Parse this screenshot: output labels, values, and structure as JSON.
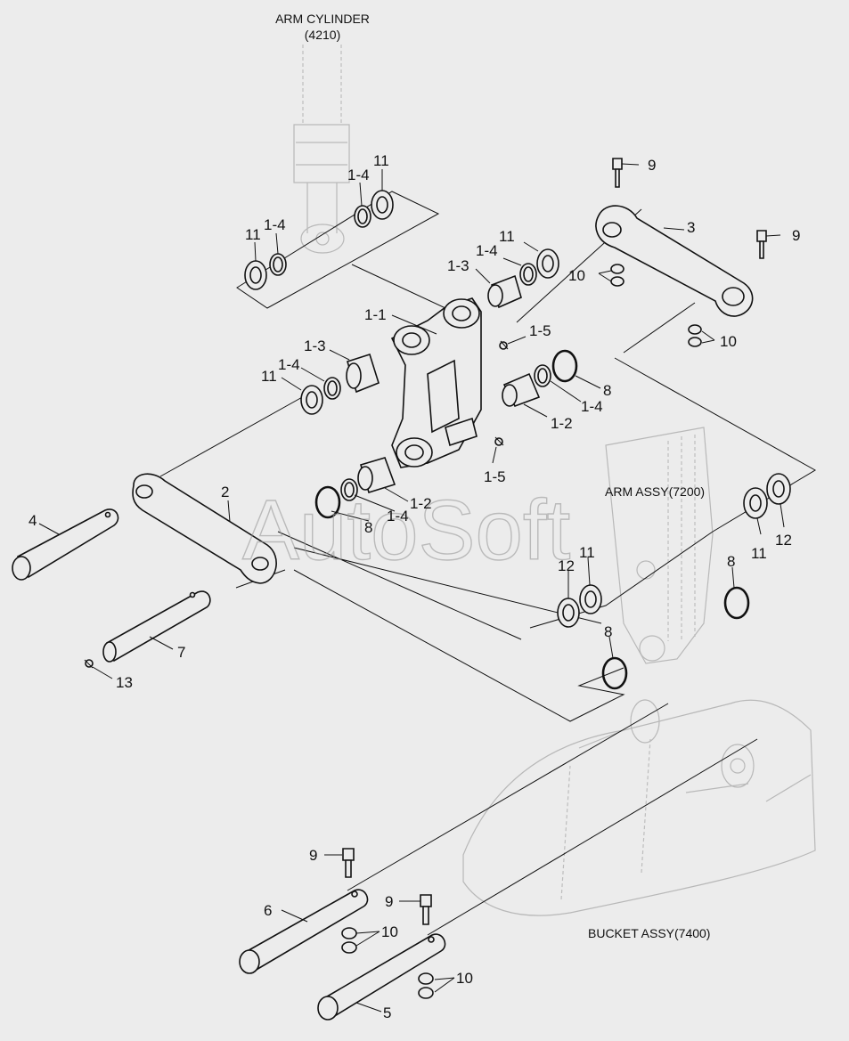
{
  "titles": {
    "arm_cylinder": "ARM CYLINDER",
    "arm_cylinder_code": "(4210)",
    "arm_assy": "ARM ASSY(7200)",
    "bucket_assy": "BUCKET ASSY(7400)"
  },
  "watermark": "AutoSoft",
  "labels": {
    "l11a": "11",
    "l14a": "1-4",
    "l11b": "11",
    "l14b": "1-4",
    "l9a": "9",
    "l3": "3",
    "l9b": "9",
    "l11c": "11",
    "l14c": "1-4",
    "l13a": "1-3",
    "l10a": "10",
    "l11d": "1-1",
    "l15a": "1-5",
    "l10b": "10",
    "l13b": "1-3",
    "l14d": "1-4",
    "l11e": "11",
    "l8a": "8",
    "l14e": "1-4",
    "l12a": "1-2",
    "l15b": "1-5",
    "l2": "2",
    "l12b": "1-2",
    "l8b": "8",
    "l14f": "1-4",
    "l4": "4",
    "l7": "7",
    "l13": "13",
    "l11f": "11",
    "l12c": "12",
    "l12d": "12",
    "l11g": "11",
    "l8c": "8",
    "l8d": "8",
    "l9c": "9",
    "l6": "6",
    "l10c": "10",
    "l9d": "9",
    "l10d": "10",
    "l5": "5"
  }
}
